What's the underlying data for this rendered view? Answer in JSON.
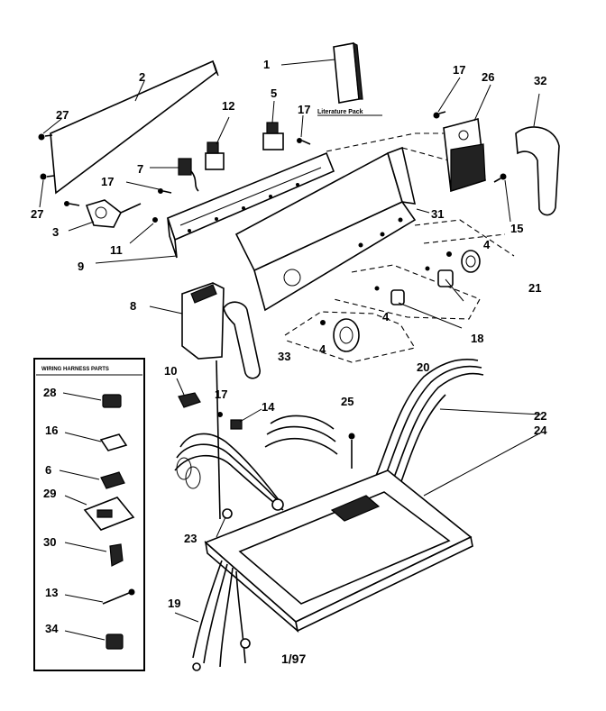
{
  "diagram": {
    "date_code": "1/97",
    "literature_label": "Literature Pack",
    "callouts": {
      "c1": "1",
      "c2": "2",
      "c3": "3",
      "c4a": "4",
      "c4b": "4",
      "c4c": "4",
      "c5": "5",
      "c7": "7",
      "c8": "8",
      "c9": "9",
      "c10": "10",
      "c11": "11",
      "c12": "12",
      "c14": "14",
      "c15": "15",
      "c17a": "17",
      "c17b": "17",
      "c17c": "17",
      "c17d": "17",
      "c18": "18",
      "c19": "19",
      "c20": "20",
      "c21": "21",
      "c22": "22",
      "c23": "23",
      "c24": "24",
      "c25": "25",
      "c26": "26",
      "c27a": "27",
      "c27b": "27",
      "c31": "31",
      "c32": "32",
      "c33": "33"
    },
    "harness_box": {
      "title": "WIRING HARNESS PARTS",
      "items": [
        "28",
        "16",
        "6",
        "29",
        "30",
        "13",
        "34"
      ]
    }
  }
}
